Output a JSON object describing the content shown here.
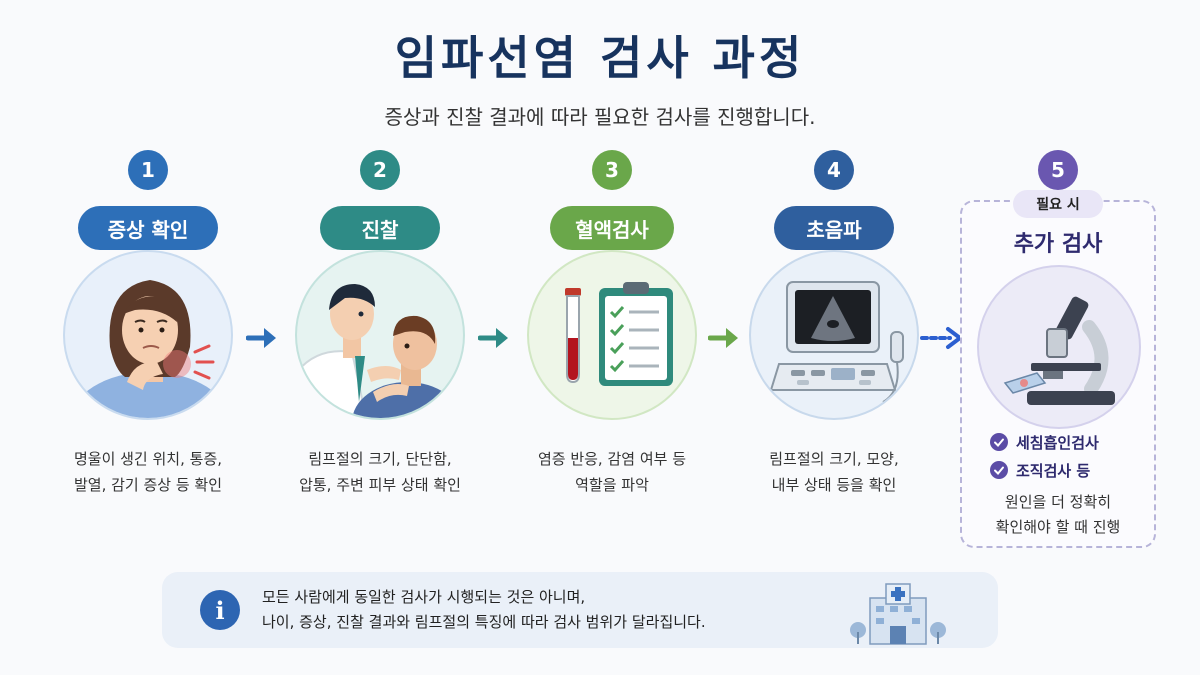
{
  "header": {
    "title": "임파선염 검사 과정",
    "subtitle": "증상과 진찰 결과에 따라 필요한 검사를 진행합니다."
  },
  "colors": {
    "navy": "#17335e",
    "step1": "#2d6fb8",
    "step2": "#2e8b86",
    "step3": "#6aa74a",
    "step4": "#2f5f9e",
    "step5": "#6a57b0"
  },
  "steps": [
    {
      "number": "1",
      "label": "증상 확인",
      "icon": "patient-neck-pain-icon",
      "desc_line1": "명울이 생긴 위치, 통증,",
      "desc_line2": "발열, 감기 증상 등 확인"
    },
    {
      "number": "2",
      "label": "진찰",
      "icon": "doctor-examining-icon",
      "desc_line1": "림프절의 크기, 단단함,",
      "desc_line2": "압통, 주변 피부 상태 확인"
    },
    {
      "number": "3",
      "label": "혈액검사",
      "icon": "blood-test-clipboard-icon",
      "desc_line1": "염증 반응, 감염 여부 등",
      "desc_line2": "역할을 파악"
    },
    {
      "number": "4",
      "label": "초음파",
      "icon": "ultrasound-machine-icon",
      "desc_line1": "림프절의 크기, 모양,",
      "desc_line2": "내부 상태 등을 확인"
    }
  ],
  "optional_step": {
    "number": "5",
    "tag": "필요 시",
    "title": "추가 검사",
    "icon": "microscope-icon",
    "checks": [
      "세침흡인검사",
      "조직검사 등"
    ],
    "desc_line1": "원인을 더 정확히",
    "desc_line2": "확인해야 할 때 진행"
  },
  "info": {
    "icon": "info-icon",
    "line1": "모든 사람에게 동일한 검사가 시행되는 것은 아니며,",
    "line2": "나이, 증상, 진찰 결과와 림프절의 특징에 따라 검사 범위가 달라집니다."
  }
}
